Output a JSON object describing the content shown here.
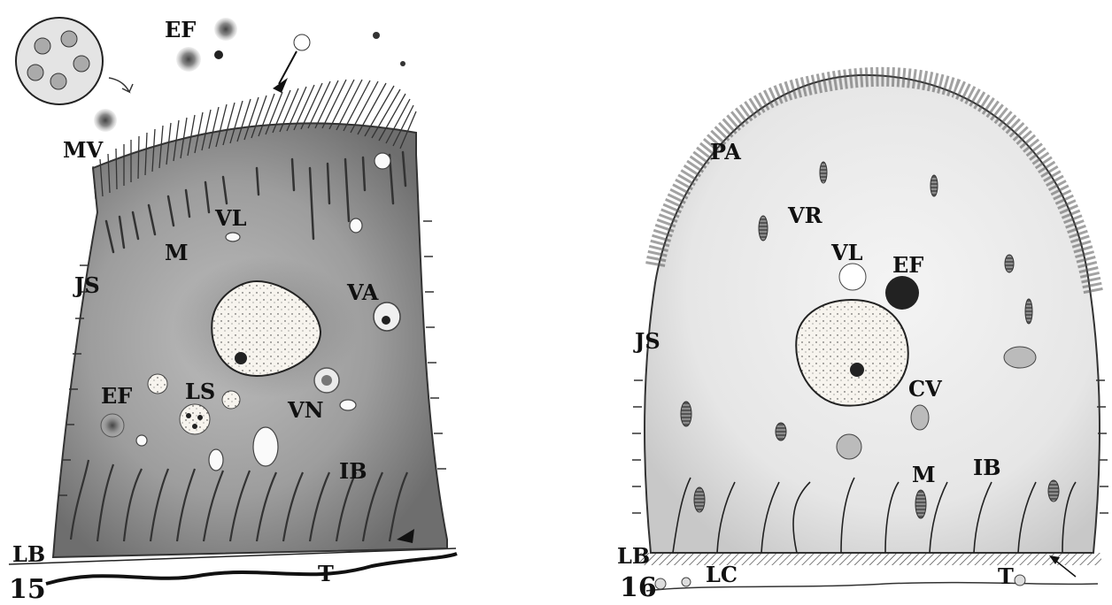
{
  "figure15": {
    "number": "15",
    "labels": {
      "EF_top": "EF",
      "MV": "MV",
      "VL": "VL",
      "M": "M",
      "JS": "JS",
      "VA": "VA",
      "EF": "EF",
      "LS": "LS",
      "VN": "VN",
      "IB": "IB",
      "LB": "LB",
      "T": "T"
    }
  },
  "figure16": {
    "number": "16",
    "labels": {
      "PA": "PA",
      "VR": "VR",
      "VL": "VL",
      "EF": "EF",
      "JS": "JS",
      "CV": "CV",
      "M": "M",
      "IB": "IB",
      "LB": "LB",
      "LC": "LC",
      "T": "T"
    }
  }
}
